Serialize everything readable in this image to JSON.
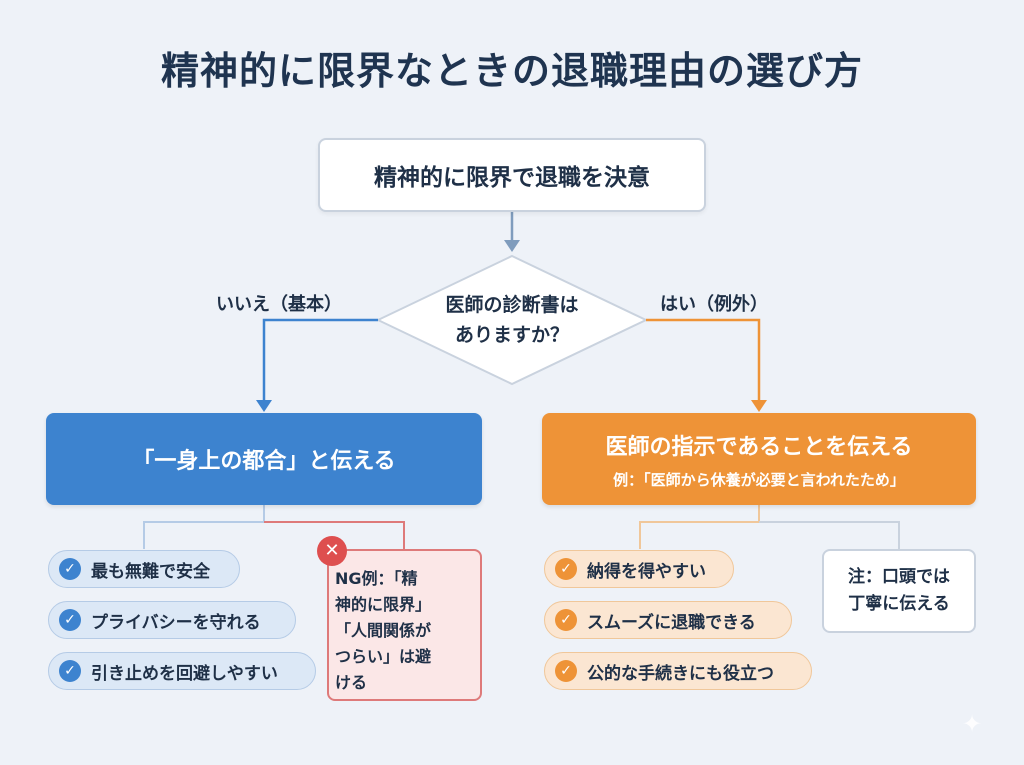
{
  "title": "精神的に限界なときの退職理由の選び方",
  "start_node": "精神的に限界で退職を決意",
  "question": {
    "line1": "医師の診断書は",
    "line2": "ありますか？"
  },
  "branch_no": "いいえ（基本）",
  "branch_yes": "はい（例外）",
  "left_result": {
    "label": "「一身上の都合」と伝える",
    "benefits": [
      "最も無難で安全",
      "プライバシーを守れる",
      "引き止めを回避しやすい"
    ],
    "ng": {
      "lines": [
        "NG例：「精",
        "神的に限界」",
        "「人間関係が",
        "つらい」は避",
        "ける"
      ]
    }
  },
  "right_result": {
    "label": "医師の指示であることを伝える",
    "sublabel": "例：「医師から休養が必要と言われたため」",
    "benefits": [
      "納得を得やすい",
      "スムーズに退職できる",
      "公的な手続きにも役立つ"
    ],
    "note": {
      "line1": "注：口頭では",
      "line2": "丁寧に伝える"
    }
  },
  "colors": {
    "background": "#eef2f8",
    "blue": "#3d83cf",
    "orange": "#ee9337",
    "red": "#de4f4f",
    "arrow_gray": "#7f9cbd"
  },
  "icons": {
    "check": "check-circle-icon",
    "cross": "cross-circle-icon",
    "sparkle": "sparkle-icon"
  }
}
